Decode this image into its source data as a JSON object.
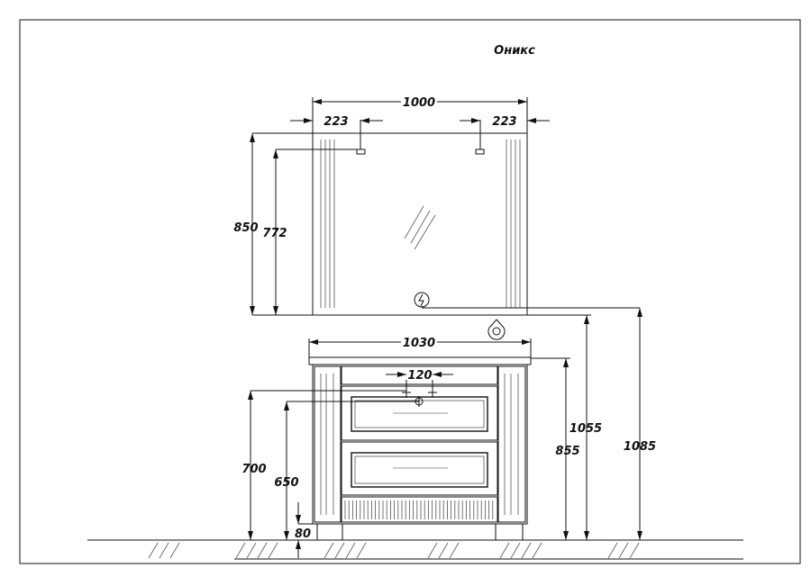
{
  "title": "Оникс",
  "dimensions": {
    "mirror_width": "1000",
    "light_offset_left": "223",
    "light_offset_right": "223",
    "mirror_height": "850",
    "light_height": "772",
    "cabinet_width": "1030",
    "faucet_spacing": "120",
    "faucet_height": "700",
    "drain_height": "650",
    "plinth_height": "80",
    "cabinet_height": "855",
    "mirror_bottom_height": "1055",
    "socket_height": "1085"
  }
}
